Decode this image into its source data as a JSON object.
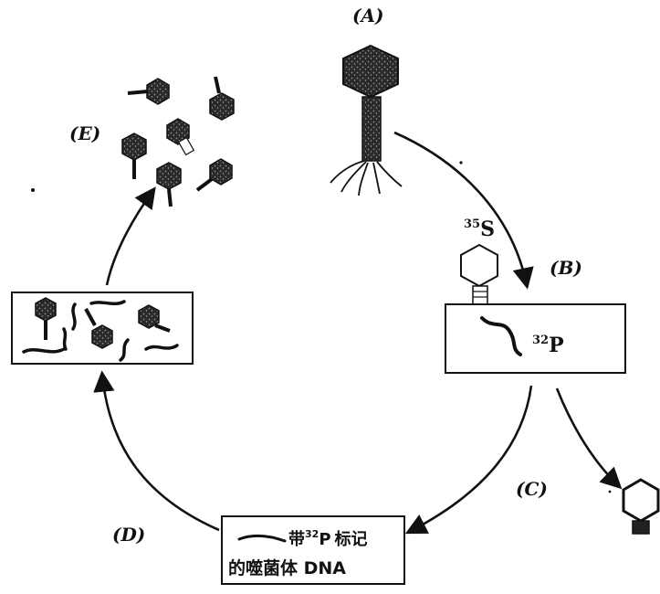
{
  "labels": {
    "a": "(A)",
    "b": "(B)",
    "c": "(C)",
    "d": "(D)",
    "e": "(E)"
  },
  "isotope_s": {
    "mass": "35",
    "symbol": "S"
  },
  "isotope_p": {
    "mass": "32",
    "symbol": "P"
  },
  "caption": {
    "line1_prefix": "带",
    "line1_mass": "32",
    "line1_symbol": "P",
    "line1_suffix": "标记",
    "line2": "的噬菌体 DNA"
  },
  "colors": {
    "ink": "#111111",
    "paper": "#ffffff"
  }
}
